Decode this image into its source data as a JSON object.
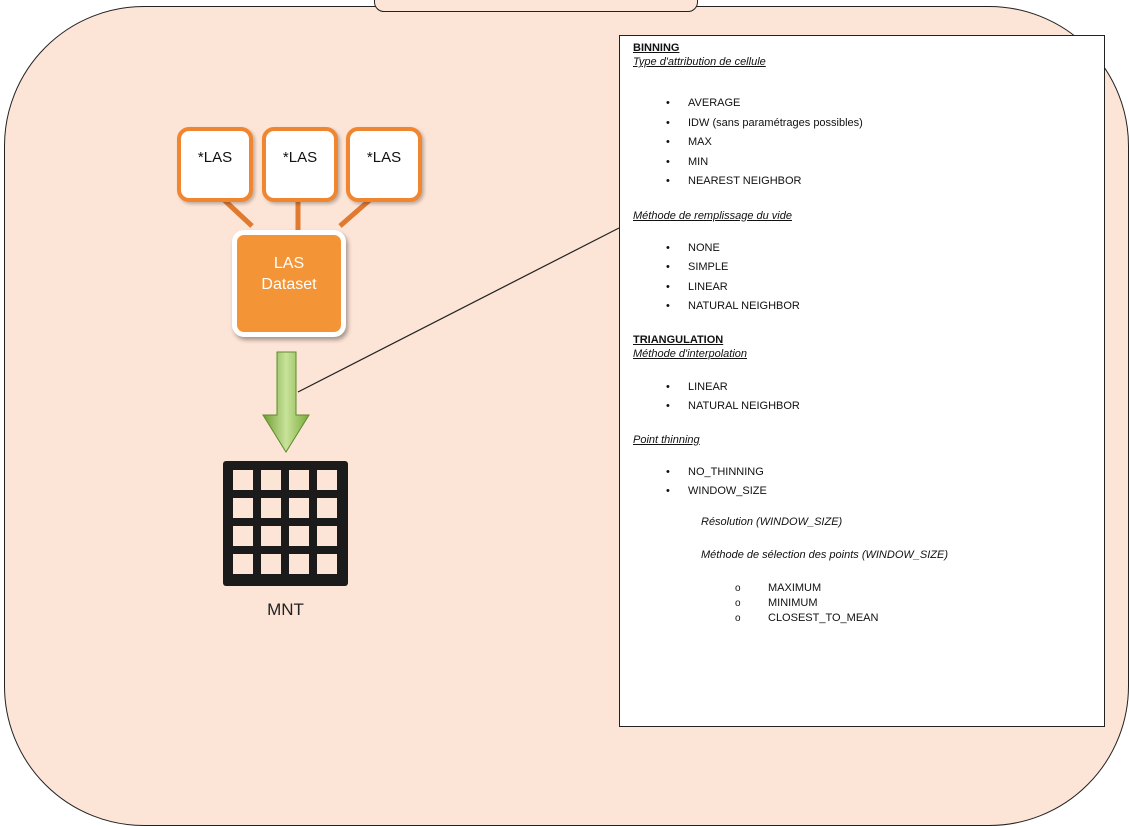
{
  "diagram": {
    "las_files": [
      "*LAS",
      "*LAS",
      "*LAS"
    ],
    "dataset": {
      "line1": "LAS",
      "line2": "Dataset"
    },
    "output_label": "MNT"
  },
  "info": {
    "binning_title": "BINNING",
    "cell_type_title": "Type d'attribution de cellule",
    "cell_types": [
      "AVERAGE",
      "IDW (sans paramétrages possibles)",
      "MAX",
      "MIN",
      "NEAREST NEIGHBOR"
    ],
    "void_fill_title": "Méthode de remplissage du vide",
    "void_fill_methods": [
      "NONE",
      "SIMPLE",
      "LINEAR",
      "NATURAL NEIGHBOR"
    ],
    "triangulation_title": "TRIANGULATION",
    "interpolation_title": "Méthode d'interpolation",
    "interpolation_methods": [
      "LINEAR",
      "NATURAL NEIGHBOR"
    ],
    "point_thinning_title": "Point thinning",
    "thinning_options": [
      "NO_THINNING",
      "WINDOW_SIZE"
    ],
    "resolution_label": "Résolution (WINDOW_SIZE)",
    "selection_method_label": "Méthode de sélection des points (WINDOW_SIZE)",
    "selection_methods": [
      "MAXIMUM",
      "MINIMUM",
      "CLOSEST_TO_MEAN"
    ]
  },
  "colors": {
    "panel_background": "#fce4d6",
    "las_border": "#f0862f",
    "dataset_fill": "#f39436",
    "arrow_green": "#8cbf4a"
  }
}
